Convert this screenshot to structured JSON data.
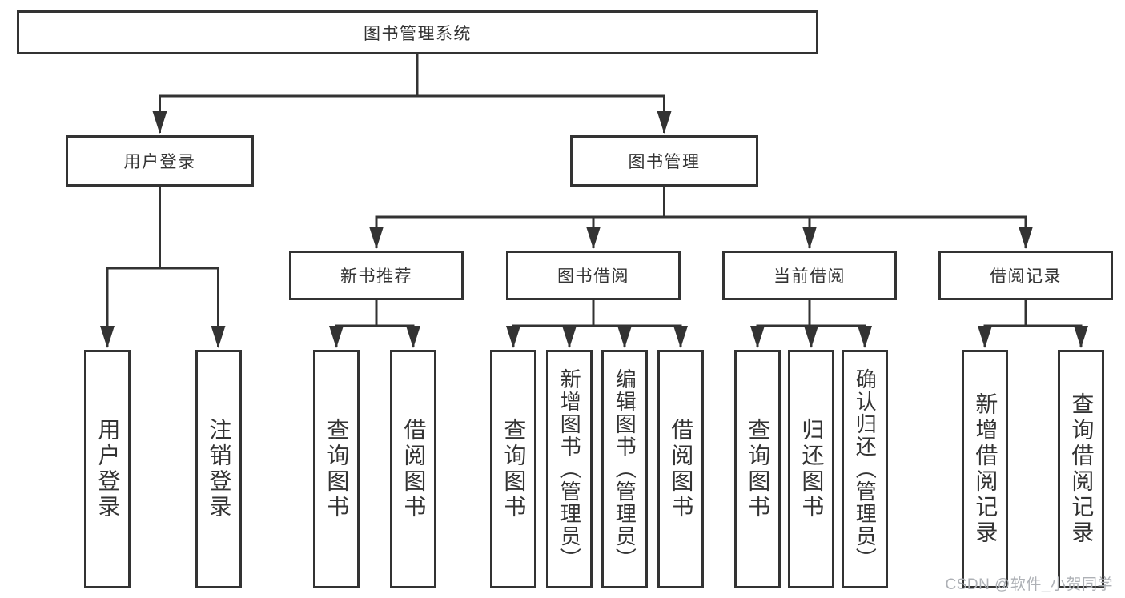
{
  "diagram": {
    "root": {
      "label": "图书管理系统"
    },
    "branches": [
      {
        "label": "用户登录",
        "children": [
          {
            "label": "用户登录"
          },
          {
            "label": "注销登录"
          }
        ]
      },
      {
        "label": "图书管理",
        "children": [
          {
            "label": "新书推荐",
            "children": [
              {
                "label": "查询图书"
              },
              {
                "label": "借阅图书"
              }
            ]
          },
          {
            "label": "图书借阅",
            "children": [
              {
                "label": "查询图书"
              },
              {
                "label": "新增图书（管理员）"
              },
              {
                "label": "编辑图书（管理员）"
              },
              {
                "label": "借阅图书"
              }
            ]
          },
          {
            "label": "当前借阅",
            "children": [
              {
                "label": "查询图书"
              },
              {
                "label": "归还图书"
              },
              {
                "label": "确认归还（管理员）"
              }
            ]
          },
          {
            "label": "借阅记录",
            "children": [
              {
                "label": "新增借阅记录"
              },
              {
                "label": "查询借阅记录"
              }
            ]
          }
        ]
      }
    ]
  },
  "watermark": {
    "text": "CSDN @软件_小贺同学"
  },
  "colors": {
    "line": "#333333",
    "node_border": "#333333",
    "text": "#333333",
    "watermark": "#aeb1b6",
    "background": "#ffffff"
  }
}
